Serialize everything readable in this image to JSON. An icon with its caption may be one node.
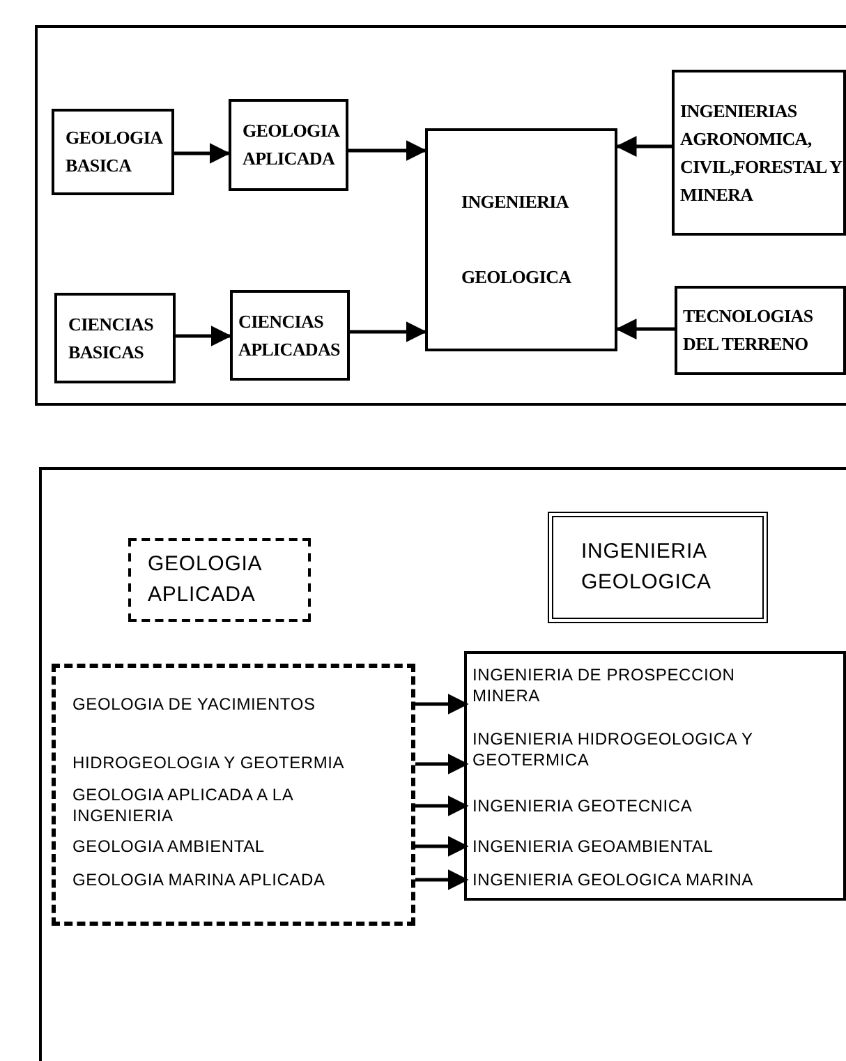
{
  "diagram": {
    "nodes": [
      {
        "text": [
          "GEOLOGIA BASICA"
        ]
      },
      {
        "text": [
          "GEOLOGIA APLICADA"
        ]
      },
      {
        "text": [
          "INGENIERIA",
          "GEOLOGICA"
        ]
      },
      {
        "text": [
          "INGENIERIAS AGRONOMICA, CIVIL,FORESTAL Y MINERA"
        ]
      },
      {
        "text": [
          "CIENCIAS BASICAS"
        ]
      },
      {
        "text": [
          "CIENCIAS APLICADAS"
        ]
      },
      {
        "text": [
          "TECNOLOGIAS DEL TERRENO"
        ]
      },
      {
        "text": [
          "GEOLOGIA APLICADA"
        ]
      },
      {
        "text": [
          "INGENIERIA GEOLOGICA"
        ]
      },
      {
        "text": [],
        "shape": "box"
      },
      {
        "text": [
          "GEOLOGIA DE YACIMIENTOS"
        ],
        "in": 9
      },
      {
        "text": [
          "HIDROGEOLOGIA Y GEOTERMIA"
        ],
        "in": 9
      },
      {
        "text": [
          "GEOLOGIA APLICADA A LA INGENIERIA"
        ],
        "in": 9
      },
      {
        "text": [
          "GEOLOGIA AMBIENTAL"
        ],
        "in": 9
      },
      {
        "text": [
          "GEOLOGIA MARINA APLICADA"
        ],
        "in": 9
      },
      {
        "text": [],
        "shape": "box"
      },
      {
        "text": [
          "INGENIERIA DE PROSPECCION MINERA"
        ],
        "in": 15
      },
      {
        "text": [
          "INGENIERIA HIDROGEOLOGICA Y GEOTERMICA"
        ],
        "in": 15
      },
      {
        "text": [
          "INGENIERIA GEOTECNICA"
        ],
        "in": 15
      },
      {
        "text": [
          "INGENIERIA GEOAMBIENTAL"
        ],
        "in": 15
      },
      {
        "text": [
          "INGENIERIA GEOLOGICA MARINA"
        ],
        "in": 15
      }
    ],
    "edges": [
      {
        "from": 0,
        "to": 1,
        "arrow": "to"
      },
      {
        "from": 1,
        "to": 2,
        "arrow": "to"
      },
      {
        "from": 4,
        "to": 5,
        "arrow": "to"
      },
      {
        "from": 5,
        "to": 2,
        "arrow": "to"
      },
      {
        "from": 3,
        "to": 2,
        "arrow": "to"
      },
      {
        "from": 6,
        "to": 2,
        "arrow": "to"
      },
      {
        "from": 9,
        "to": 16,
        "arrow": "to"
      },
      {
        "from": 9,
        "to": 17,
        "arrow": "to"
      },
      {
        "from": 9,
        "to": 18,
        "arrow": "to"
      },
      {
        "from": 9,
        "to": 19,
        "arrow": "to"
      },
      {
        "from": 9,
        "to": 20,
        "arrow": "to"
      }
    ]
  }
}
